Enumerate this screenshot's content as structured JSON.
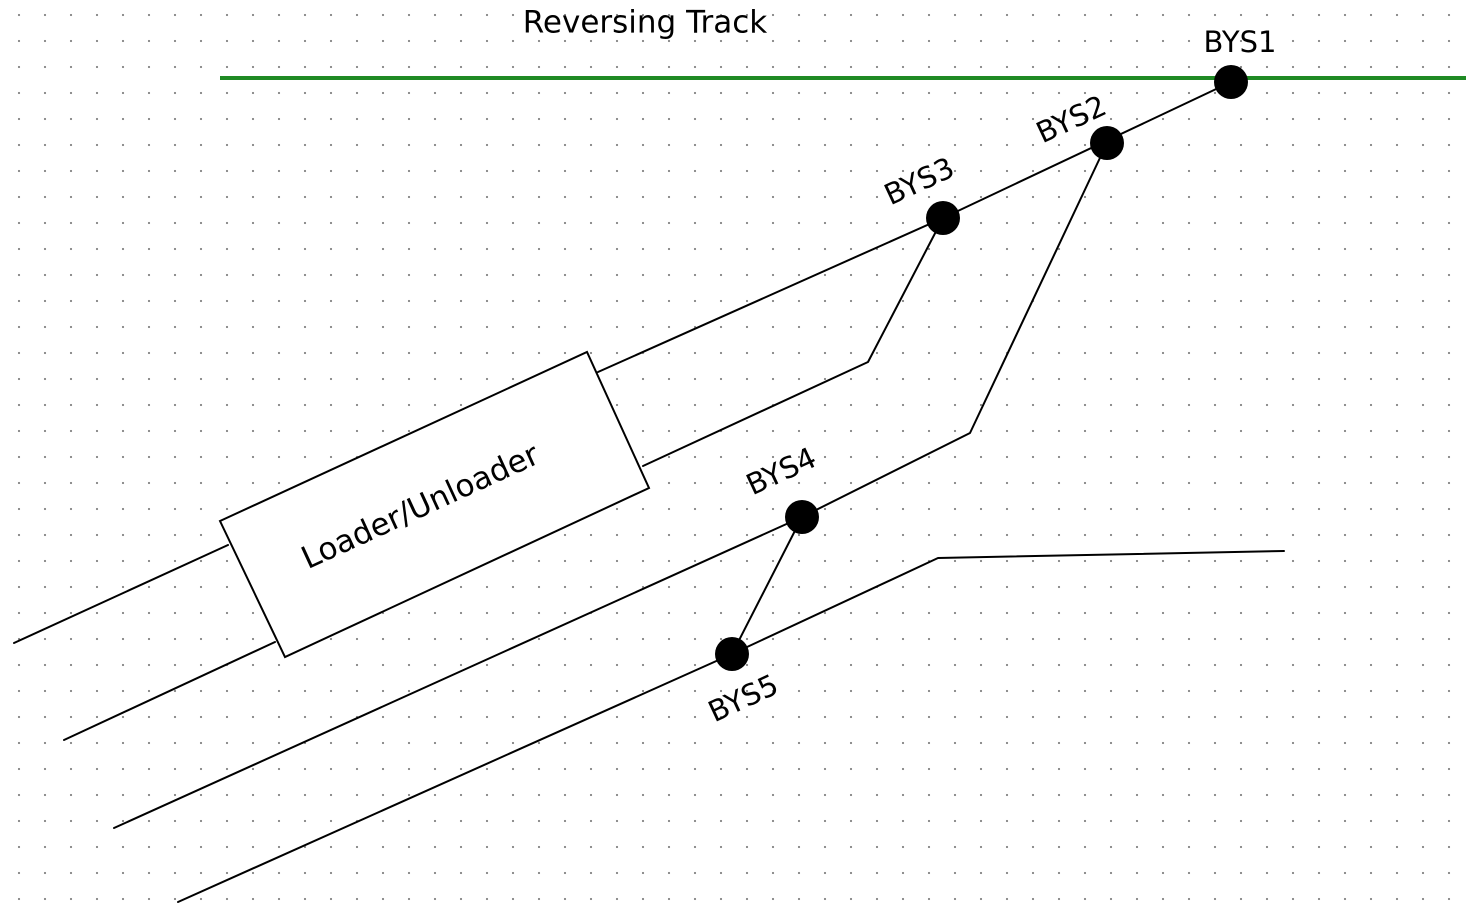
{
  "title": "Reversing Track",
  "colors": {
    "reversing_track": "#1f8a24",
    "track": "#000000",
    "grid_dots": "#8a8a8a"
  },
  "box": {
    "label": "Loader/Unloader"
  },
  "switches": [
    {
      "id": "bys1",
      "label": "BYS1"
    },
    {
      "id": "bys2",
      "label": "BYS2"
    },
    {
      "id": "bys3",
      "label": "BYS3"
    },
    {
      "id": "bys4",
      "label": "BYS4"
    },
    {
      "id": "bys5",
      "label": "BYS5"
    }
  ]
}
